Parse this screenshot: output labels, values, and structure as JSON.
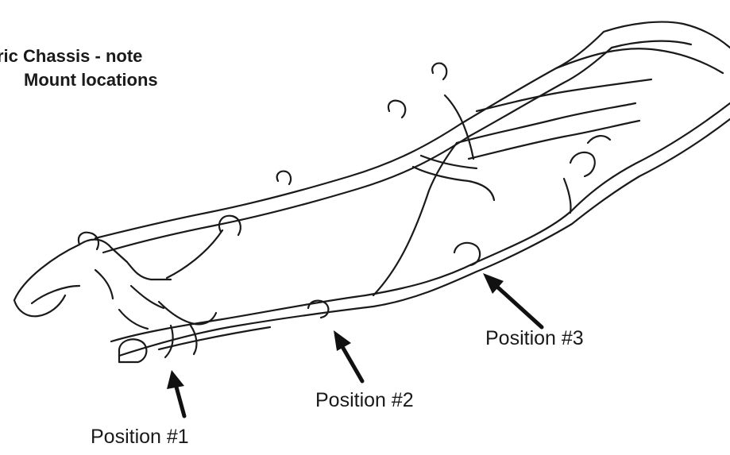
{
  "title": {
    "line1": "ric Chassis - note",
    "line2": "Mount locations"
  },
  "callouts": [
    {
      "label": "Position #1"
    },
    {
      "label": "Position #2"
    },
    {
      "label": "Position #3"
    }
  ],
  "colors": {
    "ink": "#1a1a1a",
    "background": "#ffffff"
  }
}
